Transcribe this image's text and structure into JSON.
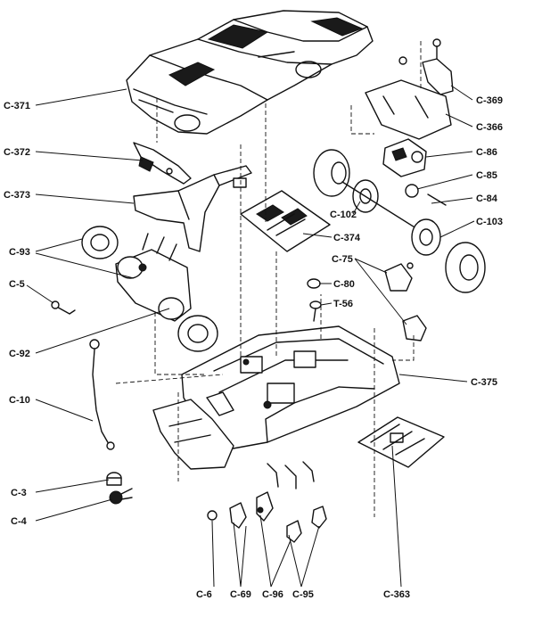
{
  "diagram": {
    "labels": [
      {
        "id": "c371",
        "text": "C-371"
      },
      {
        "id": "c372",
        "text": "C-372"
      },
      {
        "id": "c373",
        "text": "C-373"
      },
      {
        "id": "c93",
        "text": "C-93"
      },
      {
        "id": "c5",
        "text": "C-5"
      },
      {
        "id": "c92",
        "text": "C-92"
      },
      {
        "id": "c10",
        "text": "C-10"
      },
      {
        "id": "c3",
        "text": "C-3"
      },
      {
        "id": "c4",
        "text": "C-4"
      },
      {
        "id": "c6",
        "text": "C-6"
      },
      {
        "id": "c69",
        "text": "C-69"
      },
      {
        "id": "c96",
        "text": "C-96"
      },
      {
        "id": "c95",
        "text": "C-95"
      },
      {
        "id": "c363",
        "text": "C-363"
      },
      {
        "id": "c375",
        "text": "C-375"
      },
      {
        "id": "c374",
        "text": "C-374"
      },
      {
        "id": "c80",
        "text": "C-80"
      },
      {
        "id": "t56",
        "text": "T-56"
      },
      {
        "id": "c75",
        "text": "C-75"
      },
      {
        "id": "c102",
        "text": "C-102"
      },
      {
        "id": "c103",
        "text": "C-103"
      },
      {
        "id": "c84",
        "text": "C-84"
      },
      {
        "id": "c85",
        "text": "C-85"
      },
      {
        "id": "c86",
        "text": "C-86"
      },
      {
        "id": "c366",
        "text": "C-366"
      },
      {
        "id": "c369",
        "text": "C-369"
      }
    ]
  }
}
